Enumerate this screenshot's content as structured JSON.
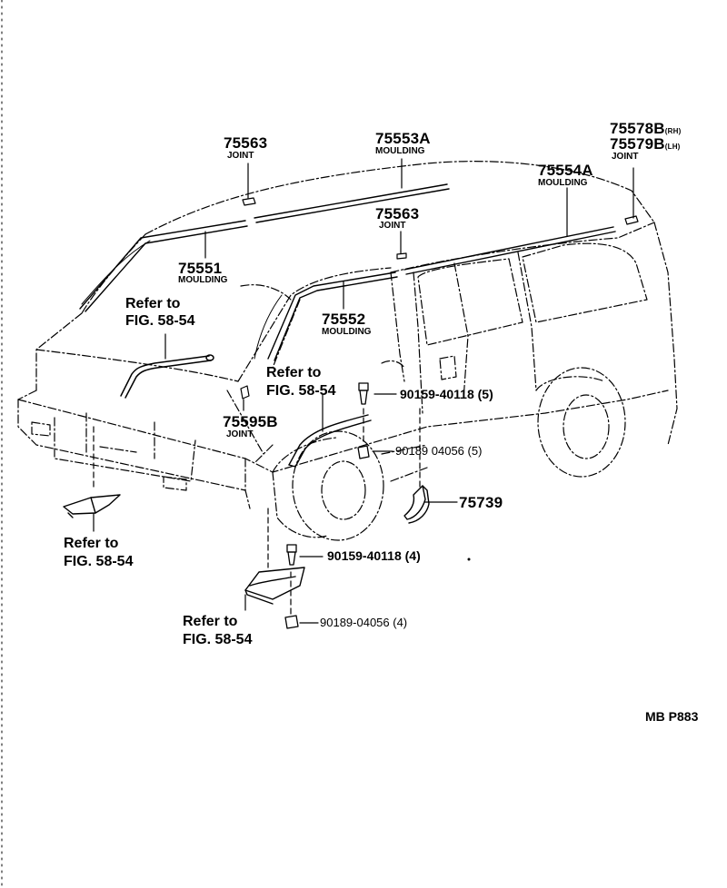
{
  "labels": {
    "p75563a": {
      "num": "75563",
      "desc": "JOINT"
    },
    "p75553a": {
      "num": "75553A",
      "desc": "MOULDING"
    },
    "p75578b": {
      "num": "75578B",
      "side": "(RH)",
      "desc": "JOINT"
    },
    "p75579b": {
      "num": "75579B",
      "side": "(LH)"
    },
    "p75554a": {
      "num": "75554A",
      "desc": "MOULDING"
    },
    "p75563b": {
      "num": "75563",
      "desc": "JOINT"
    },
    "p75551": {
      "num": "75551",
      "desc": "MOULDING"
    },
    "p75552": {
      "num": "75552",
      "desc": "MOULDING"
    },
    "p75595b": {
      "num": "75595B",
      "desc": "JOINT"
    },
    "p75739": "75739",
    "p90159a": "90159-40118 (5)",
    "p90189a": "90189 04056 (5)",
    "p90159b": "90159-40118 (4)",
    "p90189b": "90189-04056 (4)",
    "ref_hood": {
      "line1": "Refer to",
      "line2": "FIG. 58-54"
    },
    "ref_fender": {
      "line1": "Refer to",
      "line2": "FIG. 58-54"
    },
    "ref_front": {
      "line1": "Refer to",
      "line2": "FIG. 58-54"
    },
    "ref_lower": {
      "line1": "Refer to",
      "line2": "FIG. 58-54"
    },
    "fig_code": "MB P883"
  }
}
